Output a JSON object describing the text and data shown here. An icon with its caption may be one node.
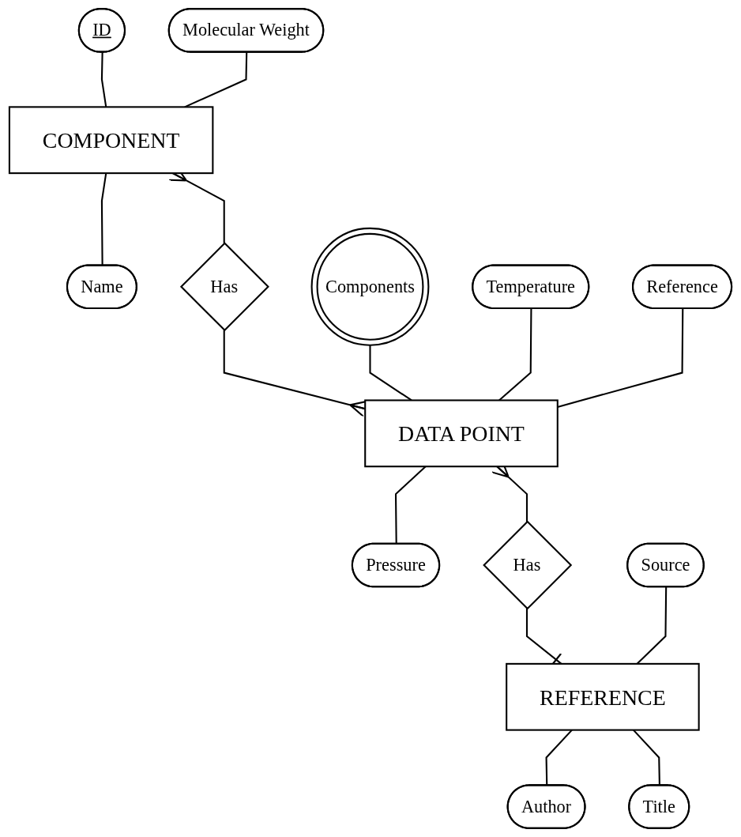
{
  "diagram": {
    "nodes": [
      {
        "text": [
          "ID"
        ]
      },
      {
        "text": [
          "COMPONENT"
        ]
      },
      {
        "text": [
          "Name"
        ]
      },
      {
        "text": [
          "Molecular Weight"
        ]
      },
      {
        "text": [
          "Has"
        ]
      },
      {
        "text": [
          "Components"
        ]
      },
      {
        "text": [
          "Temperature"
        ]
      },
      {
        "text": [
          "DATA POINT"
        ]
      },
      {
        "text": [
          "Reference"
        ]
      },
      {
        "text": [
          "Pressure"
        ]
      },
      {
        "text": [
          "Has"
        ]
      },
      {
        "text": [
          "Source"
        ]
      },
      {
        "text": [
          "REFERENCE"
        ]
      },
      {
        "text": [
          "Author"
        ]
      },
      {
        "text": [
          "Title"
        ]
      }
    ],
    "edges": [
      {
        "from": 0,
        "to": 1,
        "arrow": "none"
      },
      {
        "from": 1,
        "to": 2,
        "arrow": "none"
      },
      {
        "from": 3,
        "to": 1,
        "arrow": "none"
      },
      {
        "from": 1,
        "to": 4,
        "arrow": "other"
      },
      {
        "from": 4,
        "to": 7,
        "arrow": "other"
      },
      {
        "from": 5,
        "to": 7,
        "arrow": "none"
      },
      {
        "from": 6,
        "to": 7,
        "arrow": "none"
      },
      {
        "from": 8,
        "to": 7,
        "arrow": "none"
      },
      {
        "from": 7,
        "to": 9,
        "arrow": "none"
      },
      {
        "from": 7,
        "to": 10,
        "arrow": "other"
      },
      {
        "from": 10,
        "to": 12,
        "arrow": "other"
      },
      {
        "from": 11,
        "to": 12,
        "arrow": "none"
      },
      {
        "from": 12,
        "to": 13,
        "arrow": "none"
      },
      {
        "from": 12,
        "to": 14,
        "arrow": "none"
      }
    ]
  }
}
